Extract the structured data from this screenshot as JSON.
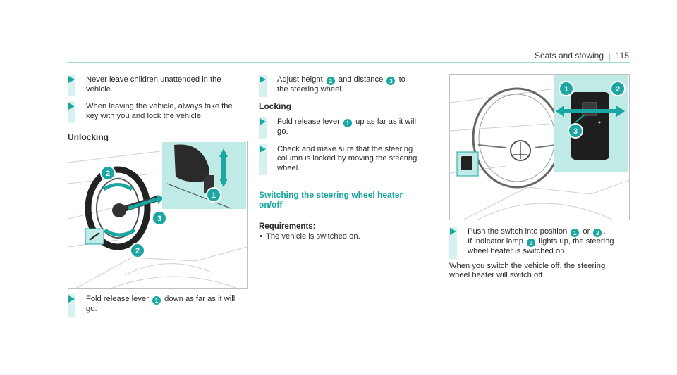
{
  "header": {
    "section": "Seats and stowing",
    "page": "115"
  },
  "left": {
    "steps_top": [
      "Never leave children unattended in the vehicle.",
      "When leaving the vehicle, always take the key with you and lock the vehicle."
    ],
    "unlocking_heading": "Unlocking",
    "fold_down": {
      "pre": "Fold release lever",
      "badge": "1",
      "post": "down as far as it will go."
    }
  },
  "middle": {
    "adjust": {
      "pre": "Adjust height",
      "badge1": "2",
      "mid": "and distance",
      "badge2": "3",
      "post": "to the steering wheel."
    },
    "locking_heading": "Locking",
    "fold_up": {
      "pre": "Fold release lever",
      "badge": "1",
      "post": "up as far as it will go."
    },
    "check": "Check and make sure that the steering column is locked by moving the steering wheel.",
    "section_title": "Switching the steering wheel heater on/off",
    "requirements_title": "Requirements:",
    "requirement": "The vehicle is switched on."
  },
  "right": {
    "push": {
      "pre": "Push the switch into position",
      "badge1": "1",
      "mid": "or",
      "badge2": "2",
      "post": "."
    },
    "indicator": {
      "pre": "If indicator lamp",
      "badge": "3",
      "post": "lights up, the steering wheel heater is switched on."
    },
    "note": "When you switch the vehicle off, the steering wheel heater will switch off."
  },
  "figures": {
    "left_callouts": [
      "1",
      "2",
      "3",
      "2"
    ],
    "right_callouts": [
      "1",
      "2",
      "3"
    ],
    "accent": "#1aa6a1",
    "panel": "#bfeae6"
  }
}
